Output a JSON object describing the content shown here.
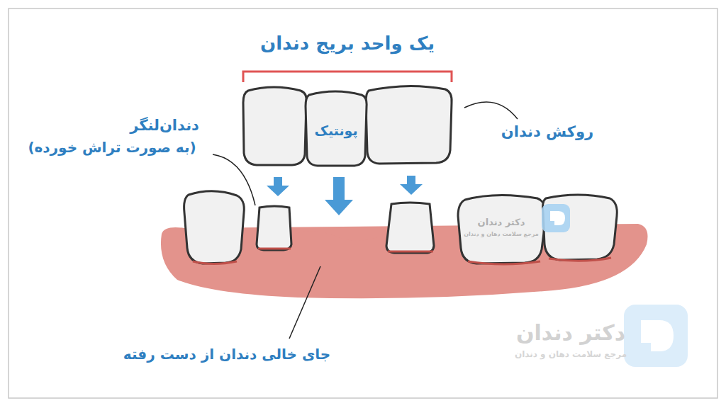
{
  "diagram": {
    "title": "یک واحد بریج دندان",
    "nodes": [
      {
        "text": [
          "پونتیک"
        ]
      }
    ],
    "labels": [
      "روکش دندان",
      "دندان‌لنگر",
      "(به صورت تراش خورده)",
      "دکتر دندان",
      "مرجع سلامت دهان و دندان",
      "جای خالی دندان از دست رفته",
      "دکتر دندان",
      "مرجع سلامت دهان و دندان"
    ]
  }
}
